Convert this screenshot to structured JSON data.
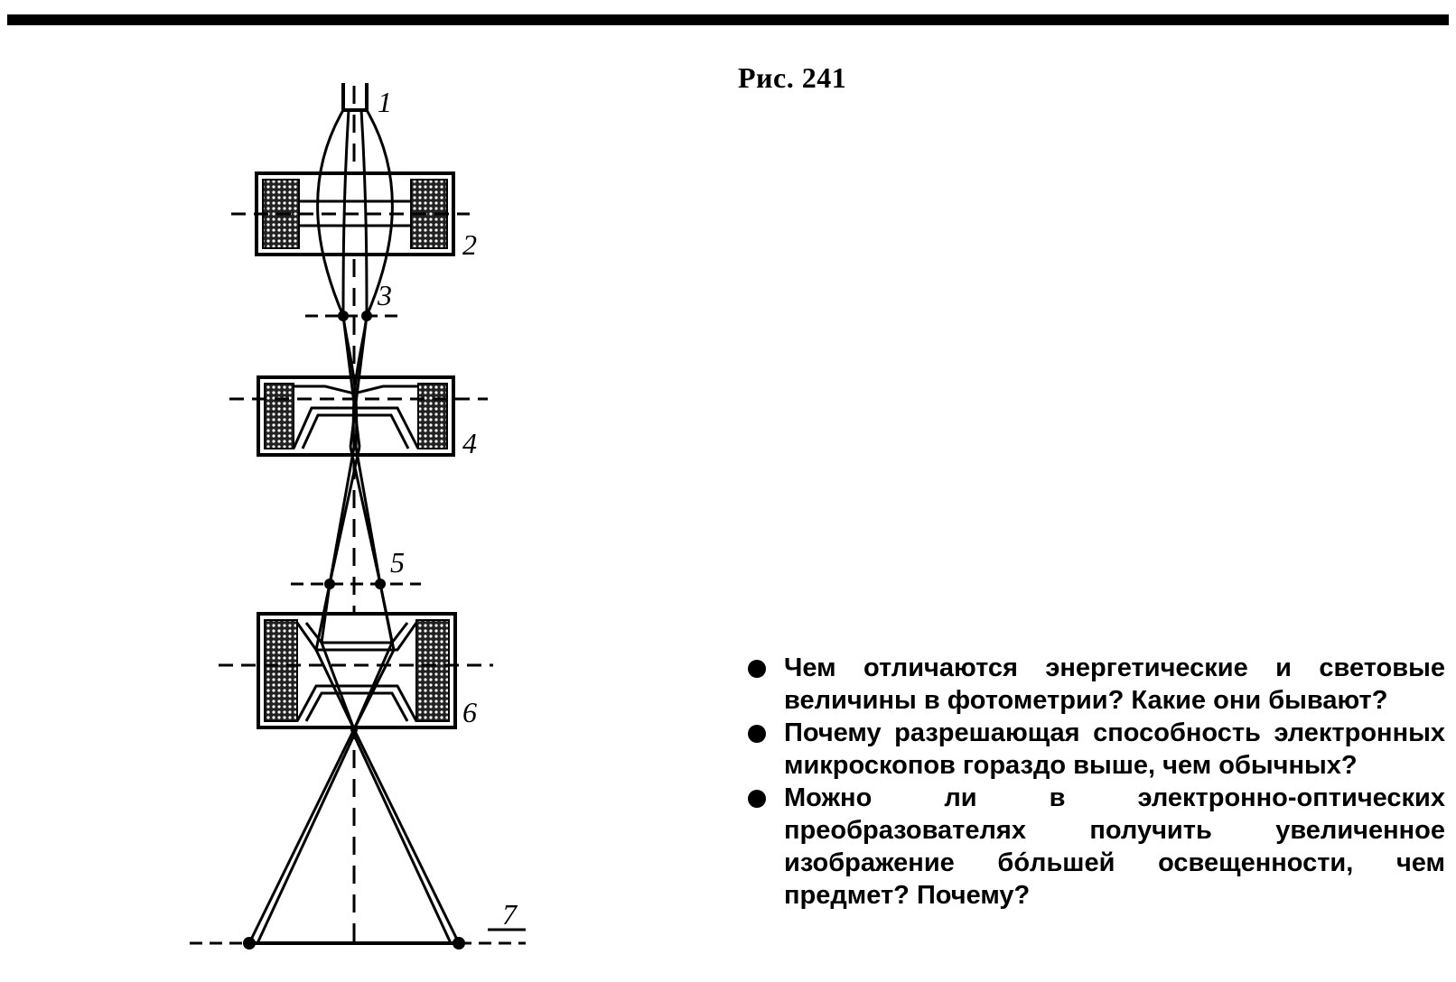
{
  "figure": {
    "caption": "Рис. 241",
    "labels": {
      "l1": "1",
      "l2": "2",
      "l3": "3",
      "l4": "4",
      "l5": "5",
      "l6": "6",
      "l7": "7"
    }
  },
  "questions": [
    {
      "text": "Чем отличаются энергетические и световые величины в фотометрии? Какие они бывают?"
    },
    {
      "text": "Почему разрешающая способность электронных микроскопов гораздо выше, чем обычных?"
    },
    {
      "text": "Можно ли в электронно-оптических преобразователях получить увеличенное изображение бóльшей освещенности, чем предмет? Почему?"
    }
  ],
  "colors": {
    "ink": "#000000",
    "paper": "#ffffff"
  }
}
